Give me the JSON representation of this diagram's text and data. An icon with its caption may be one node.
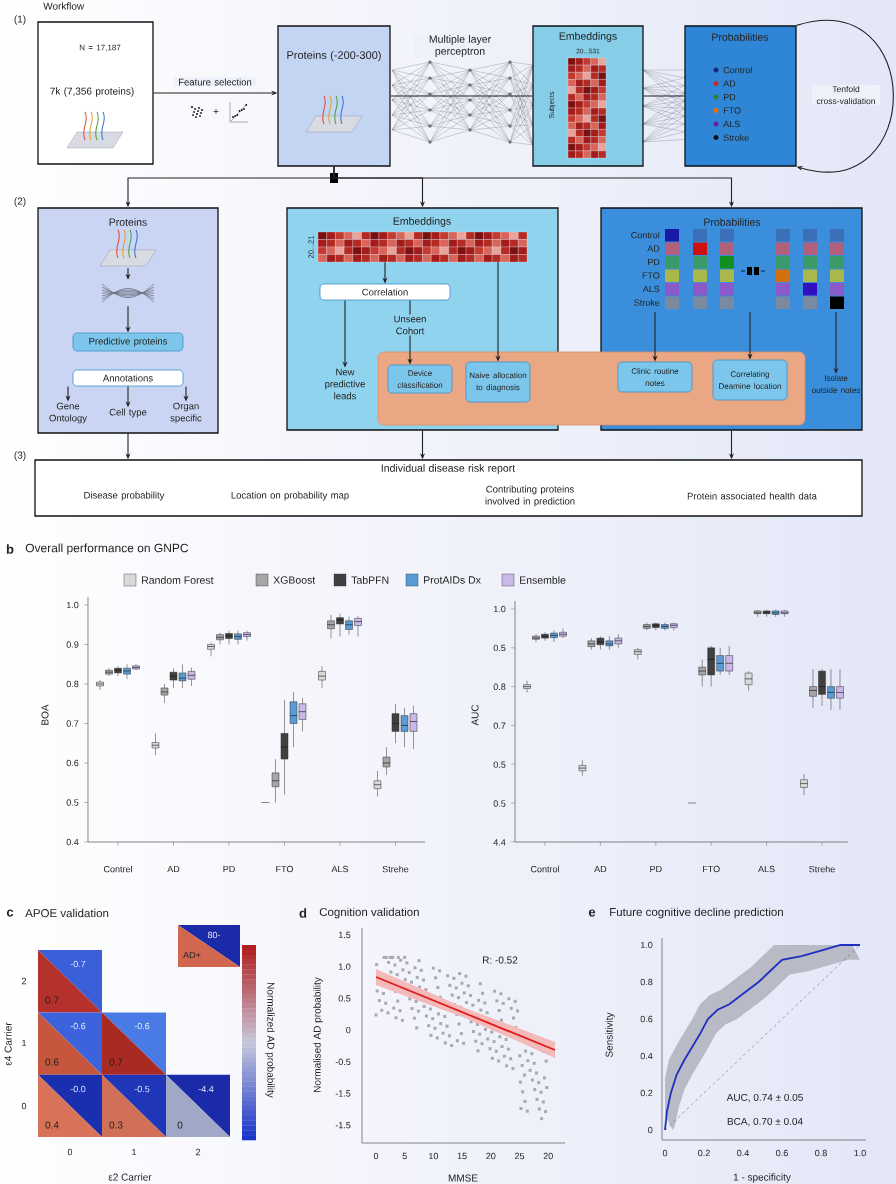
{
  "diagram": {
    "nodes": [
      {
        "text": [
          "N = 17,187",
          "7k (7,356 proteins)"
        ]
      },
      {
        "text": [
          "Proteins (-200-300)"
        ]
      },
      {
        "text": [
          "Embeddings",
          "20...531",
          "Subjects"
        ]
      },
      {
        "text": [
          "Probabilities",
          "Control",
          "AD",
          "PD",
          "FTO",
          "ALS",
          "Stroke"
        ]
      },
      {
        "text": [
          "Proteins"
        ]
      },
      {
        "text": [],
        "shape": "picture",
        "in": 4
      },
      {
        "text": [],
        "shape": "picture",
        "in": 4
      },
      {
        "text": [
          "Predictive proteins"
        ],
        "in": 4
      },
      {
        "text": [
          "Annotations"
        ],
        "in": 4
      },
      {
        "text": [
          "Gene Ontology"
        ],
        "in": 4
      },
      {
        "text": [
          "Cell type"
        ],
        "in": 4
      },
      {
        "text": [
          "Organ specific"
        ],
        "in": 4
      },
      {
        "text": [
          "Embeddings"
        ]
      },
      {
        "text": [],
        "shape": "picture",
        "in": 12,
        "beside": [
          "20...21"
        ]
      },
      {
        "text": [
          "Correlation"
        ],
        "in": 12
      },
      {
        "text": [
          "Unseen Cohort"
        ],
        "in": 12
      },
      {
        "text": [
          "New predictive leads"
        ],
        "in": 12
      },
      {
        "text": [],
        "shape": "band"
      },
      {
        "text": [
          "Device classification"
        ]
      },
      {
        "text": [
          "Naive allocation to diagnosis"
        ]
      },
      {
        "text": [
          "Probabilities",
          "Control",
          "AD",
          "PD",
          "FTO",
          "ALS",
          "Stroke"
        ]
      },
      {
        "text": [],
        "shape": "picture",
        "in": 20
      },
      {
        "text": [
          "Clinic routine notes"
        ]
      },
      {
        "text": [
          "Correlating Deamine location"
        ]
      },
      {
        "text": [
          "Isolate outside notes"
        ],
        "in": 20
      },
      {
        "text": [
          "Individual disease risk report",
          "Disease probability",
          "Location on probability map",
          "Contributing proteins involved in prediction",
          "Protein associated health data"
        ]
      }
    ],
    "edges": [
      {
        "from": 0,
        "to": 1,
        "arrow": "to",
        "label": "Feature selection"
      },
      {
        "from": 1,
        "to": 2,
        "arrow": "none",
        "label": "Multiple layer perceptron"
      },
      {
        "from": 2,
        "to": 3,
        "arrow": "none"
      },
      {
        "from": 3,
        "to": 3,
        "arrow": "to",
        "label": "Tenfold cross-validation"
      },
      {
        "from": 1,
        "to": 4,
        "arrow": "to"
      },
      {
        "from": 1,
        "to": 12,
        "arrow": "to"
      },
      {
        "from": 1,
        "to": 20,
        "arrow": "to"
      },
      {
        "from": 5,
        "to": 6,
        "arrow": "to"
      },
      {
        "from": 6,
        "to": 7,
        "arrow": "to"
      },
      {
        "from": 8,
        "to": 9,
        "arrow": "to"
      },
      {
        "from": 8,
        "to": 10,
        "arrow": "to"
      },
      {
        "from": 8,
        "to": 11,
        "arrow": "to"
      },
      {
        "from": 13,
        "to": 14,
        "arrow": "to"
      },
      {
        "from": 14,
        "to": 16,
        "arrow": "to"
      },
      {
        "from": 14,
        "to": 15,
        "arrow": "none"
      },
      {
        "from": 15,
        "to": 18,
        "arrow": "to"
      },
      {
        "from": 13,
        "to": 19,
        "arrow": "to"
      },
      {
        "from": 21,
        "to": 22,
        "arrow": "to"
      },
      {
        "from": 21,
        "to": 23,
        "arrow": "to"
      },
      {
        "from": 21,
        "to": 24,
        "arrow": "to"
      },
      {
        "from": 4,
        "to": 25,
        "arrow": "to"
      },
      {
        "from": 12,
        "to": 25,
        "arrow": "to"
      },
      {
        "from": 20,
        "to": 25,
        "arrow": "to"
      }
    ],
    "labels": [
      "Workflow",
      "(1)",
      "(2)",
      "(3)",
      "b",
      "Overall performance on GNPC",
      "1.0",
      "0.9",
      "0.8",
      "0.7",
      "0.6",
      "0.5",
      "0.4",
      "BOA",
      "Contrel",
      "AD",
      "PD",
      "FTO",
      "ALS",
      "Strehe",
      "1.0",
      "0.5",
      "0.8",
      "0.7",
      "0.5",
      "0.5",
      "4.4",
      "AUC",
      "Control",
      "AD",
      "PD",
      "FTO",
      "ALS",
      "Strehe",
      "c",
      "APOE validation",
      "-0.7",
      "0.7",
      "-0.6",
      "-0.6",
      "0.6",
      "0.7",
      "-0.0",
      "-0.5",
      "-4.4",
      "0.4",
      "0.3",
      "0",
      "80-",
      "AD+",
      "2",
      "1",
      "0",
      "ε4 Carrier",
      "0",
      "1",
      "2",
      "ε2 Carrier",
      "Normalized AD probability",
      "d",
      "Cognition validation",
      "R: -0.52",
      "Normalised AD probability",
      "1.5",
      "1.0",
      "0.5",
      "0",
      "-0.5",
      "-1.5",
      "-1.5",
      "0",
      "5",
      "10",
      "15",
      "20",
      "25",
      "20",
      "MMSE",
      "e",
      "Future cognitive decline prediction",
      "Sensitivity",
      "1.0",
      "0.8",
      "0.6",
      "0.4",
      "0.2",
      "0",
      "0",
      "0.2",
      "0.4",
      "0.6",
      "0.8",
      "1.0",
      "AUC, 0.74 ± 0.05",
      "BCA, 0.70 ± 0.04",
      "1 - specificity",
      "+"
    ],
    "legend": [
      {
        "text": "Random Forest",
        "color": "#d9d9d9"
      },
      {
        "text": "XGBoost",
        "color": "#a6a6a6"
      },
      {
        "text": "TabPFN",
        "color": "#404040"
      },
      {
        "text": "ProtAIDs Dx",
        "color": "#5b9bd5"
      },
      {
        "text": "Ensemble",
        "color": "#c9b8e8"
      }
    ]
  }
}
